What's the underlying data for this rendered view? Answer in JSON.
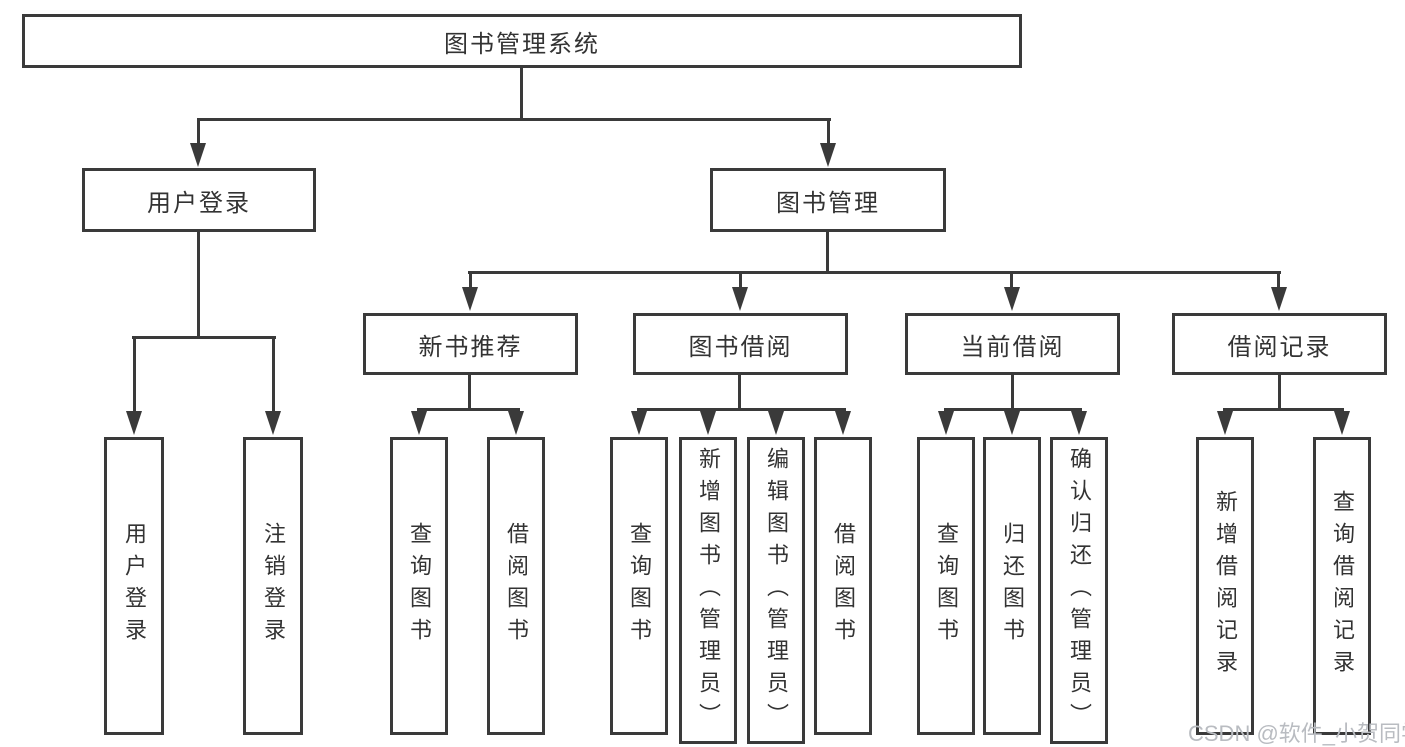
{
  "tree": {
    "label": "图书管理系统",
    "children": [
      {
        "label": "用户登录",
        "children": [
          {
            "label": "用户登录"
          },
          {
            "label": "注销登录"
          }
        ]
      },
      {
        "label": "图书管理",
        "children": [
          {
            "label": "新书推荐",
            "children": [
              {
                "label": "查询图书"
              },
              {
                "label": "借阅图书"
              }
            ]
          },
          {
            "label": "图书借阅",
            "children": [
              {
                "label": "查询图书"
              },
              {
                "label": "新增图书（管理员）"
              },
              {
                "label": "编辑图书（管理员）"
              },
              {
                "label": "借阅图书"
              }
            ]
          },
          {
            "label": "当前借阅",
            "children": [
              {
                "label": "查询图书"
              },
              {
                "label": "归还图书"
              },
              {
                "label": "确认归还（管理员）"
              }
            ]
          },
          {
            "label": "借阅记录",
            "children": [
              {
                "label": "新增借阅记录"
              },
              {
                "label": "查询借阅记录"
              }
            ]
          }
        ]
      }
    ]
  },
  "watermark": {
    "text": "CSDN @软件_小贺同学"
  },
  "colors": {
    "line": "#3a3a3a",
    "text": "#333333",
    "box_background": "#ffffff",
    "page_background": "#ffffff",
    "watermark": "#b9bcc1"
  }
}
